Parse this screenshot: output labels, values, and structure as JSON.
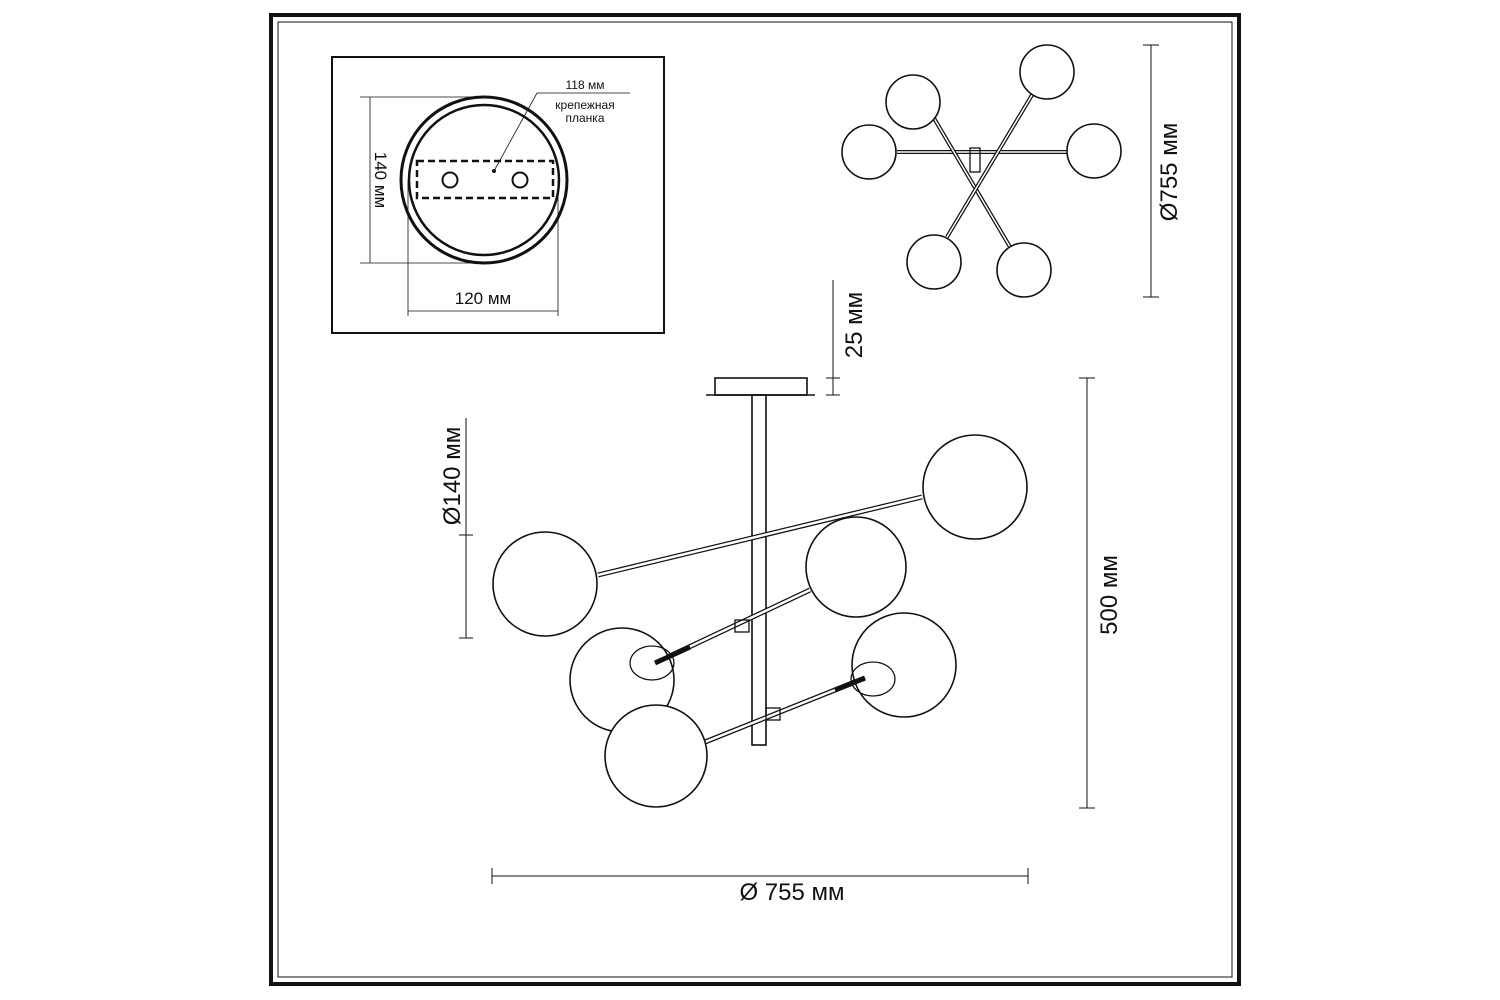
{
  "mount_inset": {
    "bar_width": "118 мм",
    "bar_label_line1": "крепежная",
    "bar_label_line2": "планка",
    "height_dim": "140 мм",
    "width_dim": "120 мм"
  },
  "top_view": {
    "diameter_dim": "Ø755 мм"
  },
  "side_view": {
    "canopy_height_dim": "25 мм",
    "globe_diameter_dim": "Ø140 мм",
    "height_dim": "500 мм",
    "diameter_dim": "Ø 755 мм"
  },
  "colors": {
    "line": "#111111",
    "background": "#ffffff"
  }
}
